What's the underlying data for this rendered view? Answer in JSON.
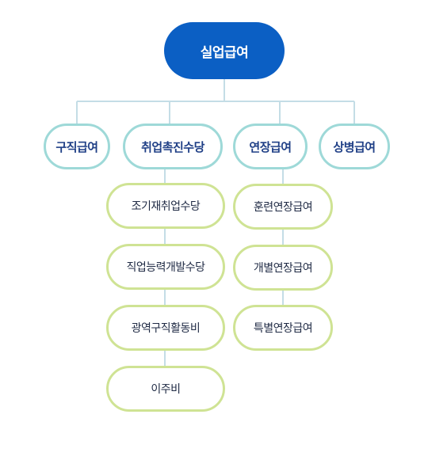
{
  "colors": {
    "root_fill": "#0b5fc4",
    "category_border": "#9ed9d8",
    "sub_border": "#cfe394",
    "connector": "#c4dde6",
    "category_text": "#1f3f86",
    "sub_text": "#1f2a44"
  },
  "root": {
    "label": "실업급여"
  },
  "categories": [
    {
      "label": "구직급여"
    },
    {
      "label": "취업촉진수당"
    },
    {
      "label": "연장급여"
    },
    {
      "label": "상병급여"
    }
  ],
  "promotion_allowances": [
    {
      "label": "조기재취업수당"
    },
    {
      "label": "직업능력개발수당"
    },
    {
      "label": "광역구직활동비"
    },
    {
      "label": "이주비"
    }
  ],
  "extended_benefits": [
    {
      "label": "훈련연장급여"
    },
    {
      "label": "개별연장급여"
    },
    {
      "label": "특별연장급여"
    }
  ]
}
